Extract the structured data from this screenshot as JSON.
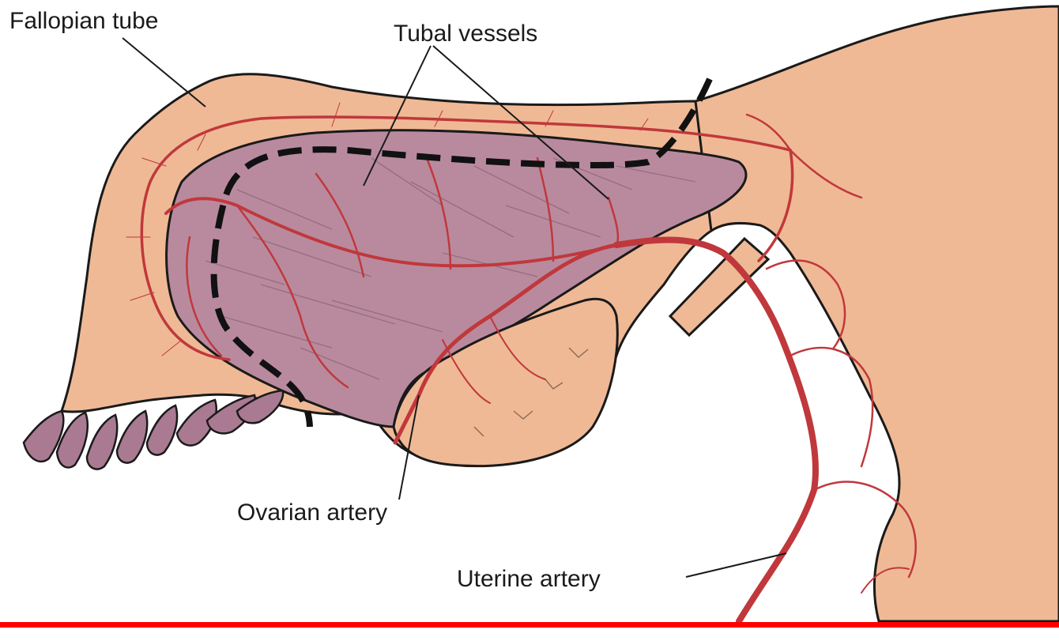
{
  "labels": {
    "fallopian_tube": "Fallopian tube",
    "tubal_vessels": "Tubal vessels",
    "ovarian_artery": "Ovarian artery",
    "uterine_artery": "Uterine artery"
  },
  "colors": {
    "tissue": "#efb995",
    "ovary": "#b98a9e",
    "vessel": "#c0383c",
    "outline": "#1a1a1a",
    "fimbria": "#a97a92",
    "rule": "#ff0000"
  },
  "icons": {
    "incision": "dashed-line"
  }
}
